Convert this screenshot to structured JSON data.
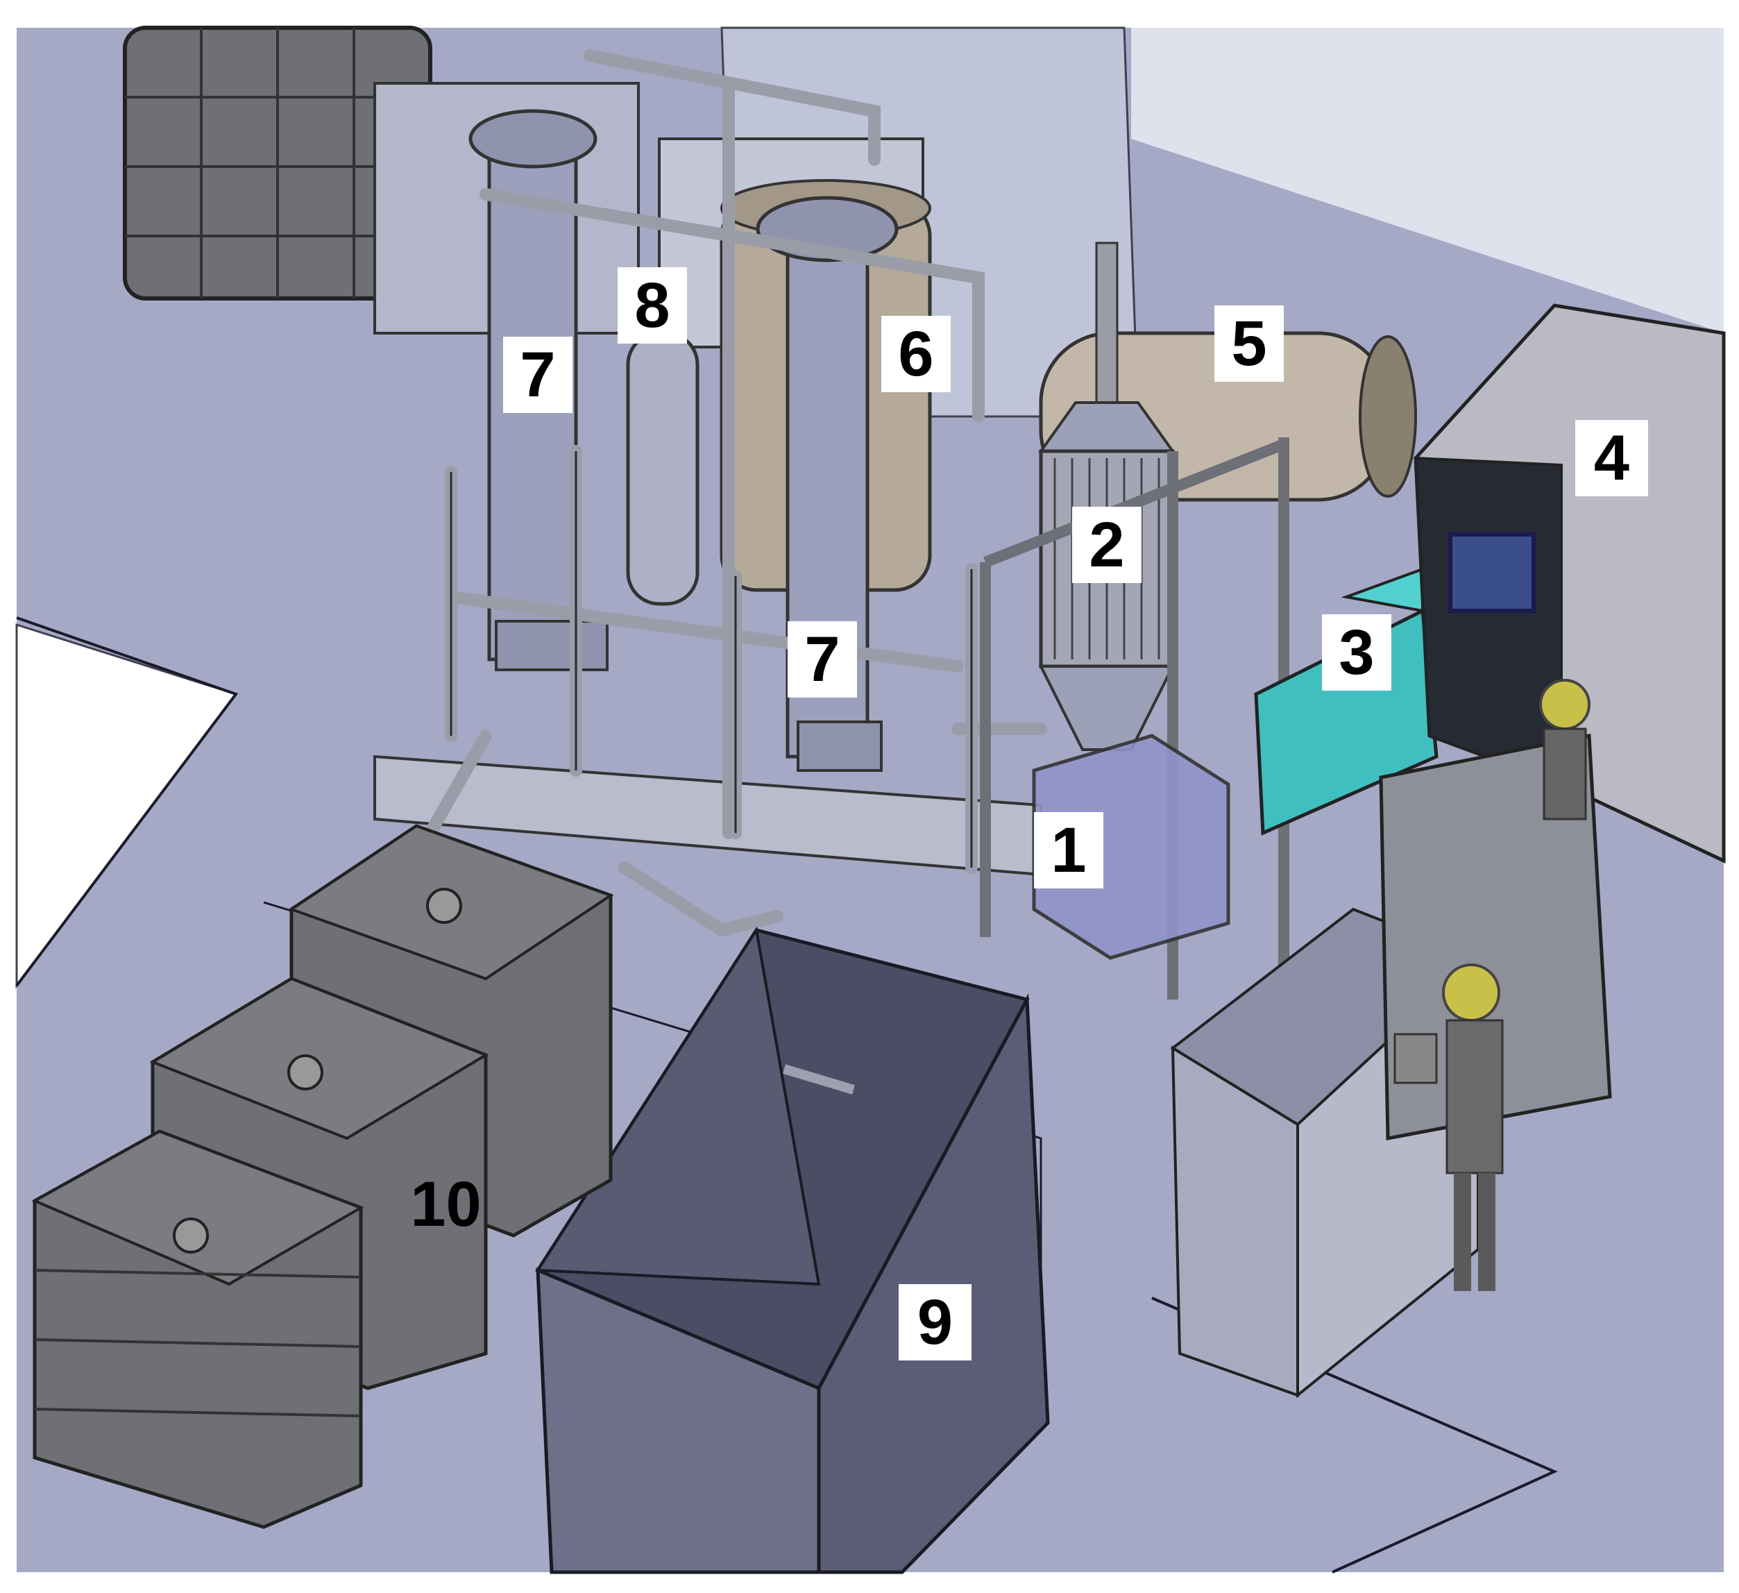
{
  "figure": {
    "background": "#ffffff",
    "floor_color": "#a5a9c6",
    "frame_color": "#8a8c93",
    "tank_color": "#6f7075",
    "blue_tank_color": "#8f93c9",
    "cyan_box_color": "#3fbfbf",
    "bin_color": "#4a4d63"
  },
  "labels": {
    "l1": "1",
    "l2": "2",
    "l3": "3",
    "l4": "4",
    "l5": "5",
    "l6": "6",
    "l7a": "7",
    "l7b": "7",
    "l8": "8",
    "l9": "9",
    "l10": "10"
  }
}
